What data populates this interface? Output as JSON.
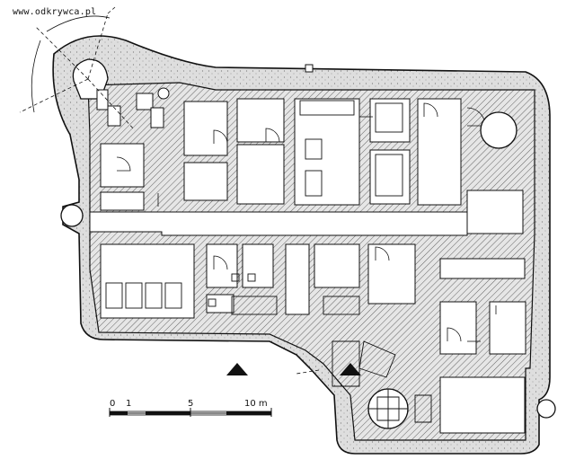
{
  "watermark": "www.odkrywca.pl",
  "scale_bar": {
    "labels": [
      "0",
      "1",
      "5",
      "10 m"
    ]
  },
  "colors": {
    "wall_fill": "#d9d9d9",
    "ink": "#111111",
    "room": "#ffffff"
  },
  "icons": [
    "entrance-arrow-icon",
    "entrance-arrow-icon"
  ]
}
